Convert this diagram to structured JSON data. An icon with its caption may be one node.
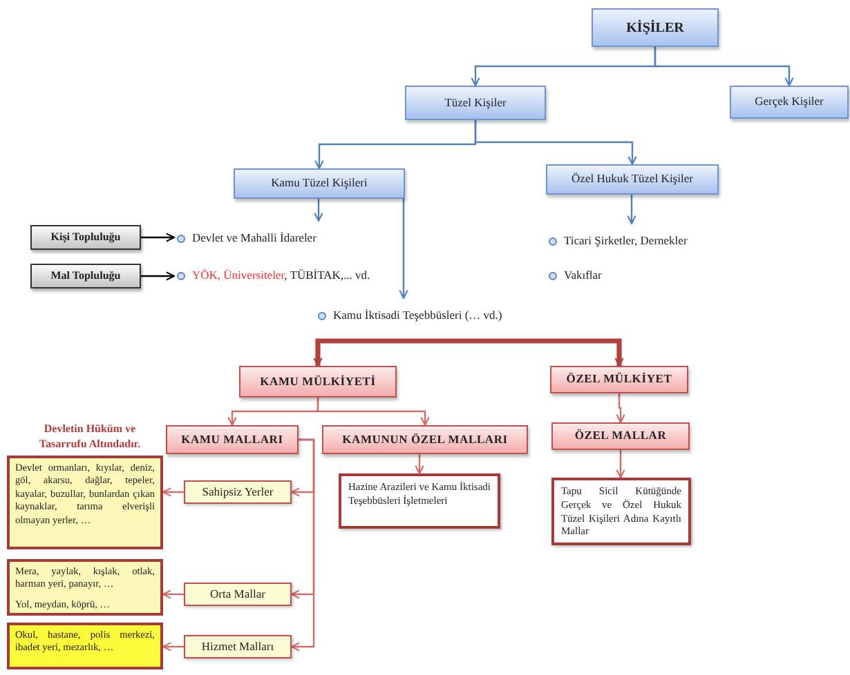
{
  "diagram": {
    "nodes": [
      {
        "text": [
          "KİŞİLER"
        ]
      },
      {
        "text": [
          "Tüzel Kişiler"
        ]
      },
      {
        "text": [
          "Gerçek Kişiler"
        ]
      },
      {
        "text": [
          "Kamu Tüzel Kişileri"
        ]
      },
      {
        "text": [
          "Özel Hukuk Tüzel Kişiler"
        ]
      },
      {
        "text": [
          "Kişi Topluluğu"
        ]
      },
      {
        "text": [
          "Devlet ve Mahalli İdareler"
        ]
      },
      {
        "text": [
          "Ticari Şirketler, Dernekler"
        ]
      },
      {
        "text": [
          "Mal Topluluğu"
        ]
      },
      {
        "text": [
          "YÖK, Üniversiteler",
          ", TÜBİTAK,... vd."
        ]
      },
      {
        "text": [
          "Vakıflar"
        ]
      },
      {
        "text": [
          "Kamu İktisadi Teşebbüsleri (… vd.)"
        ]
      },
      {
        "text": [
          "KAMU MÜLKİYETİ"
        ]
      },
      {
        "text": [
          "ÖZEL MÜLKİYET"
        ]
      },
      {
        "text": [
          "KAMU MALLARI"
        ]
      },
      {
        "text": [
          "KAMUNUN ÖZEL MALLARI"
        ]
      },
      {
        "text": [
          "ÖZEL MALLAR"
        ]
      },
      {
        "text": [
          "Devlet ormanları, kıyılar, deniz, göl, akarsu, dağlar, tepeler, kayalar, buzullar, bunlardan çıkan kaynaklar, tarıma elverişli olmayan yerler, …"
        ]
      },
      {
        "text": [
          "Sahipsiz Yerler"
        ]
      },
      {
        "text": [
          "Hazine Arazileri ve Kamu İktisadi Teşebbüsleri İşletmeleri"
        ]
      },
      {
        "text": [
          "Tapu Sicil Kütüğünde Gerçek ve Özel Hukuk Tüzel Kişileri Adına Kayıtlı Mallar"
        ]
      },
      {
        "text": [
          "Mera, yaylak, kışlak, otlak, harman yeri, panayır, …",
          "Yol, meydan, köprü, …"
        ]
      },
      {
        "text": [
          "Orta Mallar"
        ]
      },
      {
        "text": [
          "Okul, hastane, polis merkezi, ibadet yeri, mezarlık, …"
        ]
      },
      {
        "text": [
          "Hizmet Malları"
        ]
      }
    ],
    "edges": [
      {
        "from": 0,
        "to": 1,
        "arrow": "to",
        "color": "#4f81bd"
      },
      {
        "from": 0,
        "to": 2,
        "arrow": "to",
        "color": "#4f81bd"
      },
      {
        "from": 1,
        "to": 3,
        "arrow": "to",
        "color": "#4f81bd"
      },
      {
        "from": 1,
        "to": 4,
        "arrow": "to",
        "color": "#4f81bd"
      },
      {
        "from": 3,
        "to": 6,
        "arrow": "to",
        "color": "#4f81bd"
      },
      {
        "from": 3,
        "to": 11,
        "arrow": "to",
        "color": "#4f81bd"
      },
      {
        "from": 4,
        "to": 7,
        "arrow": "to",
        "color": "#4f81bd"
      },
      {
        "from": 5,
        "to": 6,
        "arrow": "to",
        "color": "#000000"
      },
      {
        "from": 8,
        "to": 9,
        "arrow": "to",
        "color": "#000000"
      },
      {
        "from": null,
        "to": 12,
        "arrow": "to",
        "style": "thick",
        "color": "#b0413e"
      },
      {
        "from": null,
        "to": 13,
        "arrow": "to",
        "style": "thick",
        "color": "#b0413e"
      },
      {
        "from": 12,
        "to": 14,
        "arrow": "to"
      },
      {
        "from": 12,
        "to": 15,
        "arrow": "to"
      },
      {
        "from": 13,
        "to": 16,
        "arrow": "to"
      },
      {
        "from": 15,
        "to": 19,
        "arrow": "to"
      },
      {
        "from": 16,
        "to": 20,
        "arrow": "to"
      },
      {
        "from": 14,
        "to": 18,
        "arrow": "to"
      },
      {
        "from": 14,
        "to": 22,
        "arrow": "to"
      },
      {
        "from": 14,
        "to": 24,
        "arrow": "to"
      },
      {
        "from": 18,
        "to": 17,
        "arrow": "to"
      },
      {
        "from": 22,
        "to": 21,
        "arrow": "to"
      },
      {
        "from": 24,
        "to": 23,
        "arrow": "to"
      }
    ],
    "labels": [
      "Devletin Hüküm ve Tasarrufu Altındadır."
    ]
  }
}
